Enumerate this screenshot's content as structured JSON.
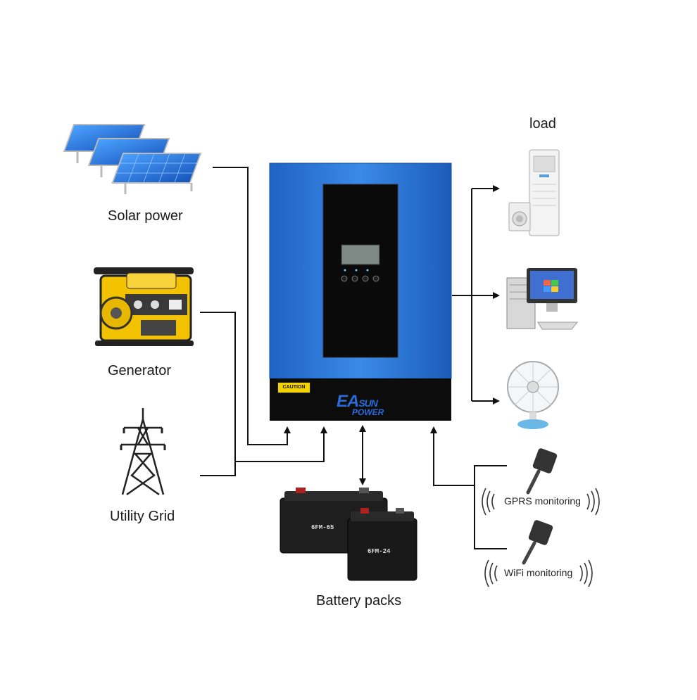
{
  "labels": {
    "solar": "Solar power",
    "generator": "Generator",
    "grid": "Utility Grid",
    "battery": "Battery packs",
    "load": "load",
    "gprs": "GPRS monitoring",
    "wifi": "WiFi monitoring"
  },
  "inverter": {
    "brand_big": "EA",
    "brand_sun": "SUN",
    "brand_power": "POWER",
    "caution": "CAUTION"
  },
  "batteries": {
    "large_model": "6FM-65",
    "small_model": "6FM-24"
  },
  "colors": {
    "inverter_blue": "#2a76d9",
    "inverter_black": "#0c0c0c",
    "line": "#111111"
  },
  "icons": [
    "solar-panel-icon",
    "generator-icon",
    "power-tower-icon",
    "battery-icon",
    "air-conditioner-icon",
    "washing-machine-icon",
    "computer-icon",
    "fan-icon",
    "gprs-dongle-icon",
    "wifi-dongle-icon"
  ]
}
